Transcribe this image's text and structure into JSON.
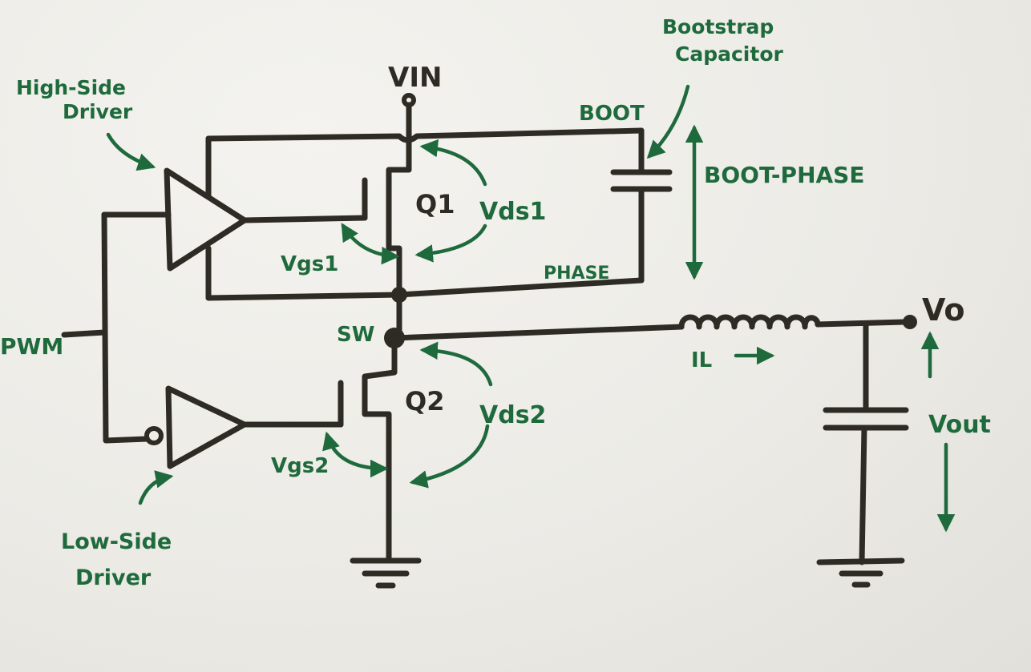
{
  "labels": {
    "vin": "VIN",
    "boot": "BOOT",
    "bootstrap_line1": "Bootstrap",
    "bootstrap_line2": "Capacitor",
    "boot_phase": "BOOT-PHASE",
    "phase": "PHASE",
    "high_side_line1": "High-Side",
    "high_side_line2": "Driver",
    "low_side_line1": "Low-Side",
    "low_side_line2": "Driver",
    "q1": "Q1",
    "q2": "Q2",
    "vds1": "Vds1",
    "vds2": "Vds2",
    "vgs1": "Vgs1",
    "vgs2": "Vgs2",
    "sw": "SW",
    "pwm": "PWM",
    "vo": "Vo",
    "il": "IL",
    "vout": "Vout"
  },
  "colors": {
    "ink": "#2e2a24",
    "annotation_green": "#1f6a3c",
    "paper": "#ecebe6"
  }
}
